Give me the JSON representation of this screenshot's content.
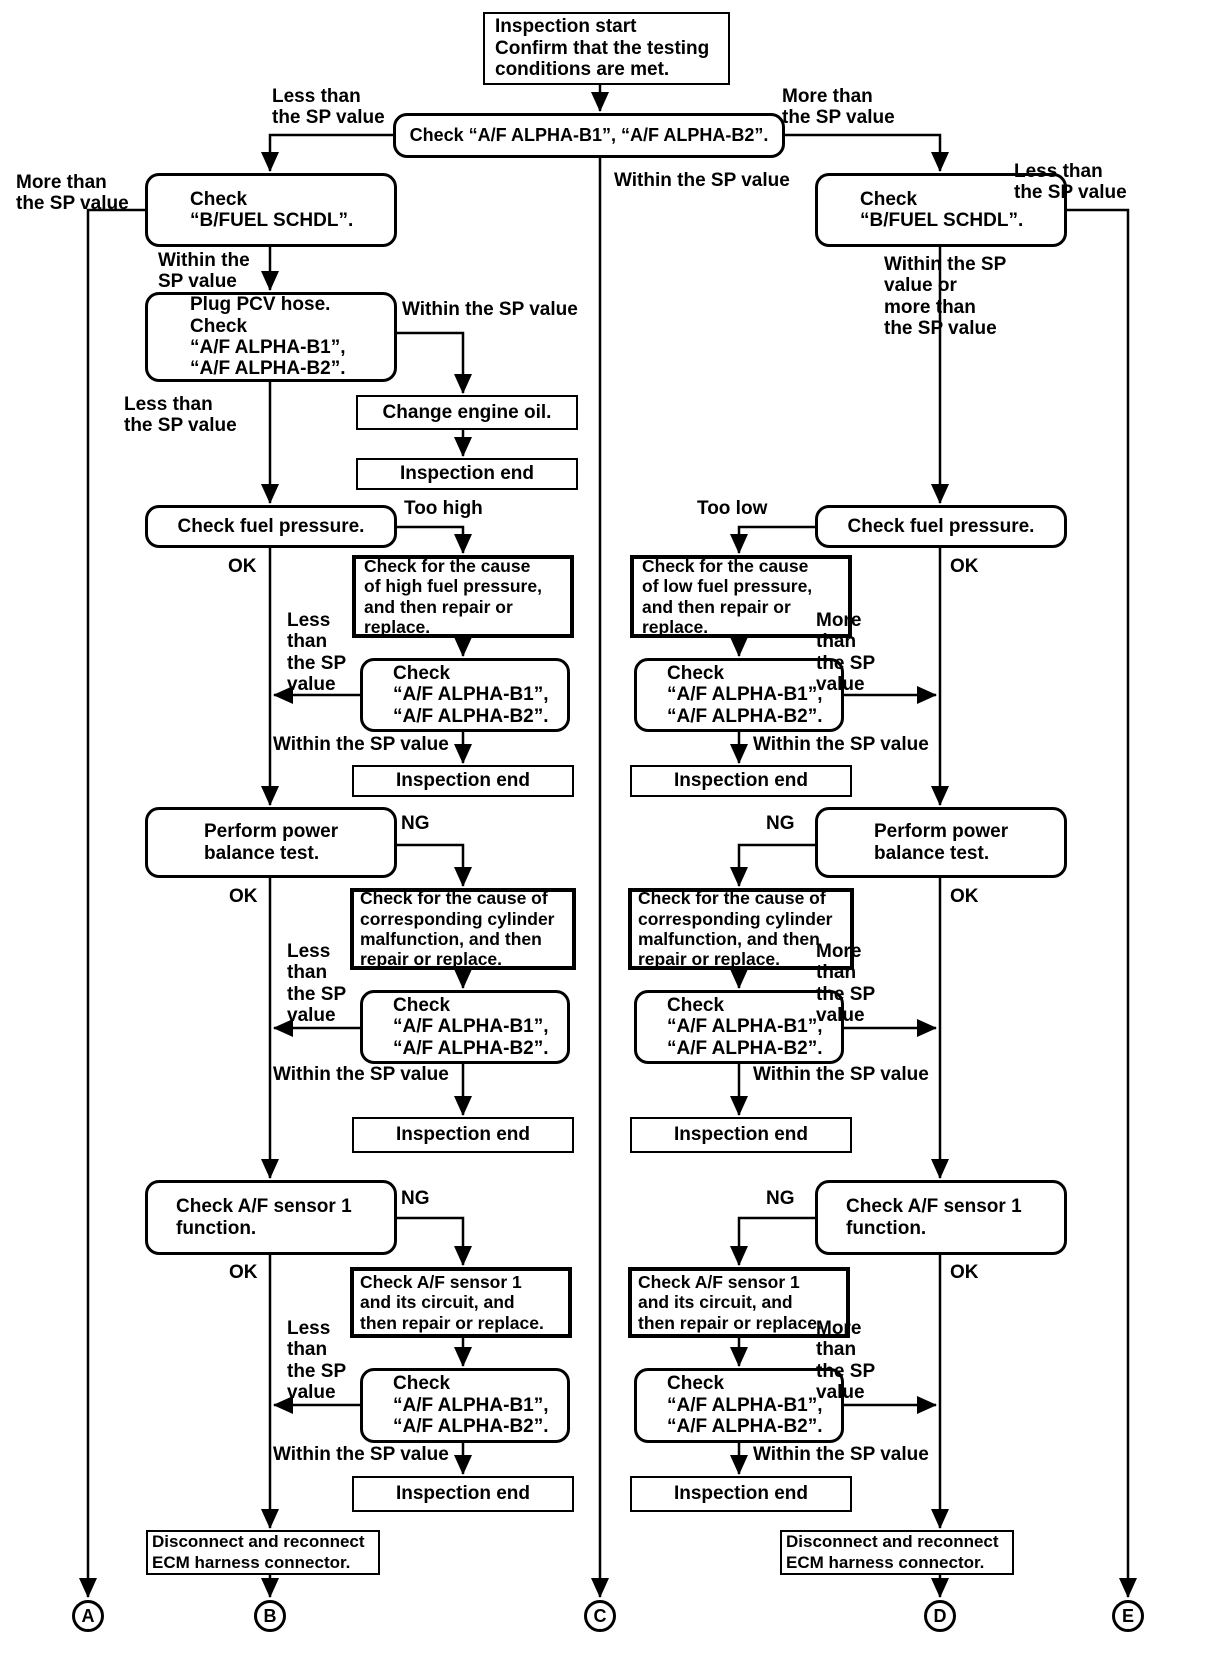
{
  "flowchart": {
    "nodes": {
      "start": "Inspection start\nConfirm that the testing\nconditions are met.",
      "check_alpha_top": "Check “A/F ALPHA-B1”, “A/F ALPHA-B2”.",
      "check_bfuel": "Check\n“B/FUEL SCHDL”.",
      "plug_pcv": "Plug PCV hose.\nCheck\n“A/F ALPHA-B1”,\n“A/F ALPHA-B2”.",
      "change_oil": "Change engine oil.",
      "inspection_end": "Inspection end",
      "check_fuel_pressure": "Check fuel pressure.",
      "cause_high": "Check for the cause\nof high fuel pressure,\nand then repair or\nreplace.",
      "cause_low": "Check for the cause\nof low fuel pressure,\nand then repair or\nreplace.",
      "check_alpha_sub": "Check\n“A/F ALPHA-B1”,\n“A/F ALPHA-B2”.",
      "power_balance": "Perform power\nbalance test.",
      "cause_cylinder": "Check for the cause of\ncorresponding cylinder\nmalfunction, and then\nrepair or replace.",
      "check_sensor": "Check A/F sensor 1\nfunction.",
      "sensor_circuit": "Check A/F sensor 1\nand its circuit, and\nthen repair or replace.",
      "ecm": "Disconnect and reconnect\nECM harness connector."
    },
    "labels": {
      "less_than": "Less than\nthe SP value",
      "more_than": "More than\nthe SP value",
      "within": "Within the SP value",
      "within_2l": "Within the\nSP value",
      "within_or_more": "Within the SP\nvalue or\nmore than\nthe SP value",
      "less_stack": "Less\nthan\nthe SP\nvalue",
      "more_stack": "More\nthan\nthe SP\nvalue",
      "too_high": "Too high",
      "too_low": "Too low",
      "ok": "OK",
      "ng": "NG"
    },
    "connectors": {
      "a": "A",
      "b": "B",
      "c": "C",
      "d": "D",
      "e": "E"
    }
  }
}
